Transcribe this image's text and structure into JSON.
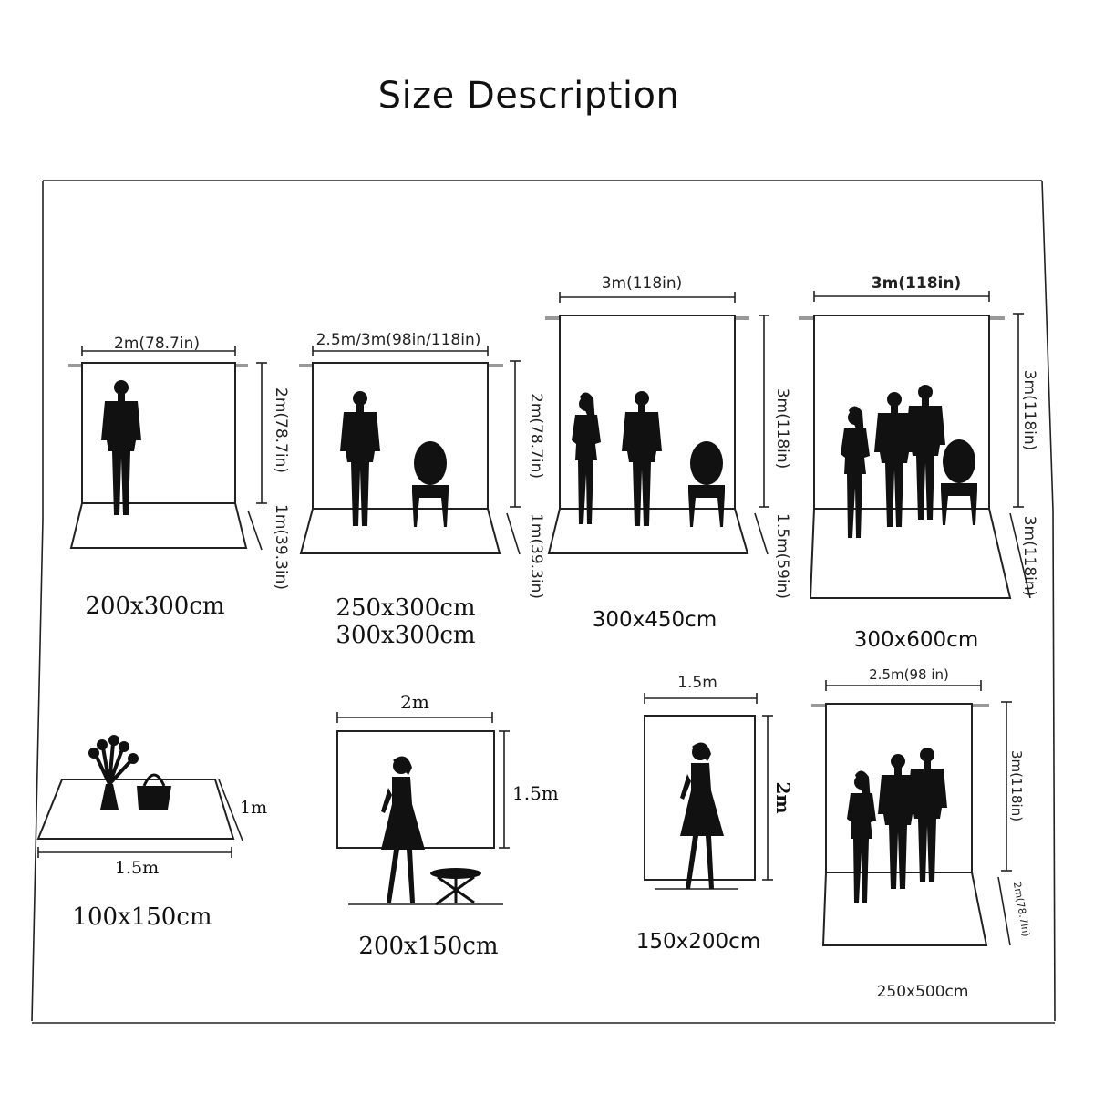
{
  "title": "Size Description",
  "panels": [
    {
      "caption": [
        "200x300cm"
      ],
      "width_label": "2m(78.7in)",
      "height_label": "2m(78.7in)",
      "floor_label": "1m(39.3in)"
    },
    {
      "caption": [
        "250x300cm",
        "300x300cm"
      ],
      "width_label": "2.5m/3m(98in/118in)",
      "height_label": "2m(78.7in)",
      "floor_label": "1m(39.3in)"
    },
    {
      "caption": [
        "300x450cm"
      ],
      "width_label": "3m(118in)",
      "height_label": "3m(118in)",
      "floor_label": "1.5m(59in)"
    },
    {
      "caption": [
        "300x600cm"
      ],
      "width_label": "3m(118in)",
      "height_label": "3m(118in)",
      "floor_label": "3m(118in)"
    },
    {
      "caption": [
        "100x150cm"
      ],
      "width_label": "1.5m",
      "height_label": "1m"
    },
    {
      "caption": [
        "200x150cm"
      ],
      "width_label": "2m",
      "height_label": "1.5m"
    },
    {
      "caption": [
        "150x200cm"
      ],
      "width_label": "1.5m",
      "height_label": "2m"
    },
    {
      "caption": [
        "250x500cm"
      ],
      "width_label": "2.5m(98 in)",
      "height_label": "3m(118in)",
      "floor_label": "2m(78.7in)"
    }
  ]
}
